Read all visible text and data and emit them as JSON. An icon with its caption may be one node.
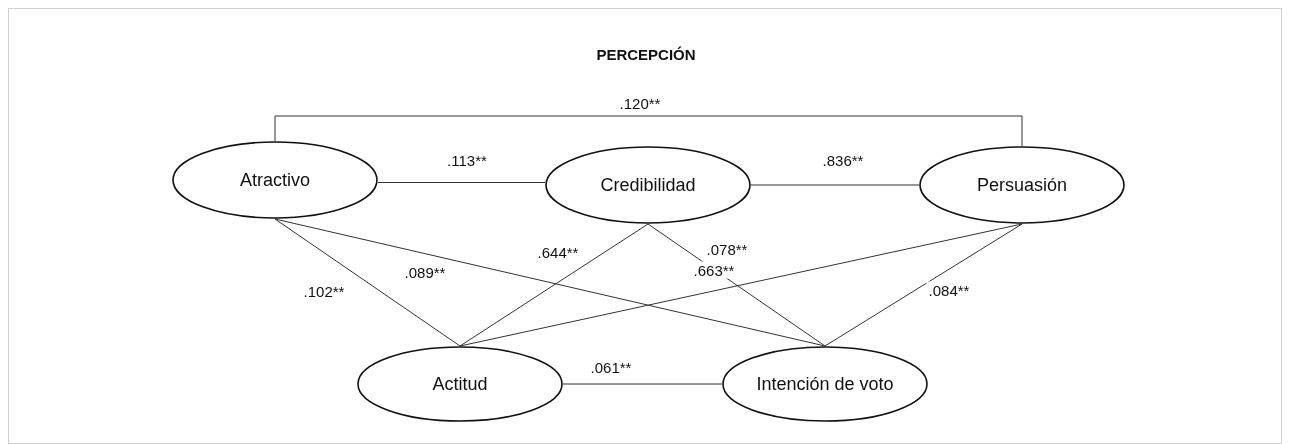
{
  "diagram": {
    "title": "PERCEPCIÓN",
    "nodes": [
      {
        "text": [
          "Atractivo"
        ]
      },
      {
        "text": [
          "Credibilidad"
        ]
      },
      {
        "text": [
          "Persuasión"
        ]
      },
      {
        "text": [
          "Actitud"
        ]
      },
      {
        "text": [
          "Intención de voto"
        ]
      }
    ],
    "edges": [
      {
        "from": 0,
        "to": 2,
        "arrow": "none",
        "label": ".120**"
      },
      {
        "from": 0,
        "to": 1,
        "arrow": "none",
        "label": ".113**"
      },
      {
        "from": 1,
        "to": 2,
        "arrow": "none",
        "label": ".836**"
      },
      {
        "from": 0,
        "to": 3,
        "arrow": "none",
        "label": ".102**"
      },
      {
        "from": 0,
        "to": 4,
        "arrow": "none",
        "label": ".089**"
      },
      {
        "from": 1,
        "to": 3,
        "arrow": "none",
        "label": ".644**"
      },
      {
        "from": 1,
        "to": 4,
        "arrow": "none",
        "label": ".078**"
      },
      {
        "from": 2,
        "to": 3,
        "arrow": "none",
        "label": ".663**"
      },
      {
        "from": 2,
        "to": 4,
        "arrow": "none",
        "label": ".084**"
      },
      {
        "from": 3,
        "to": 4,
        "arrow": "none",
        "label": ".061**"
      }
    ]
  }
}
